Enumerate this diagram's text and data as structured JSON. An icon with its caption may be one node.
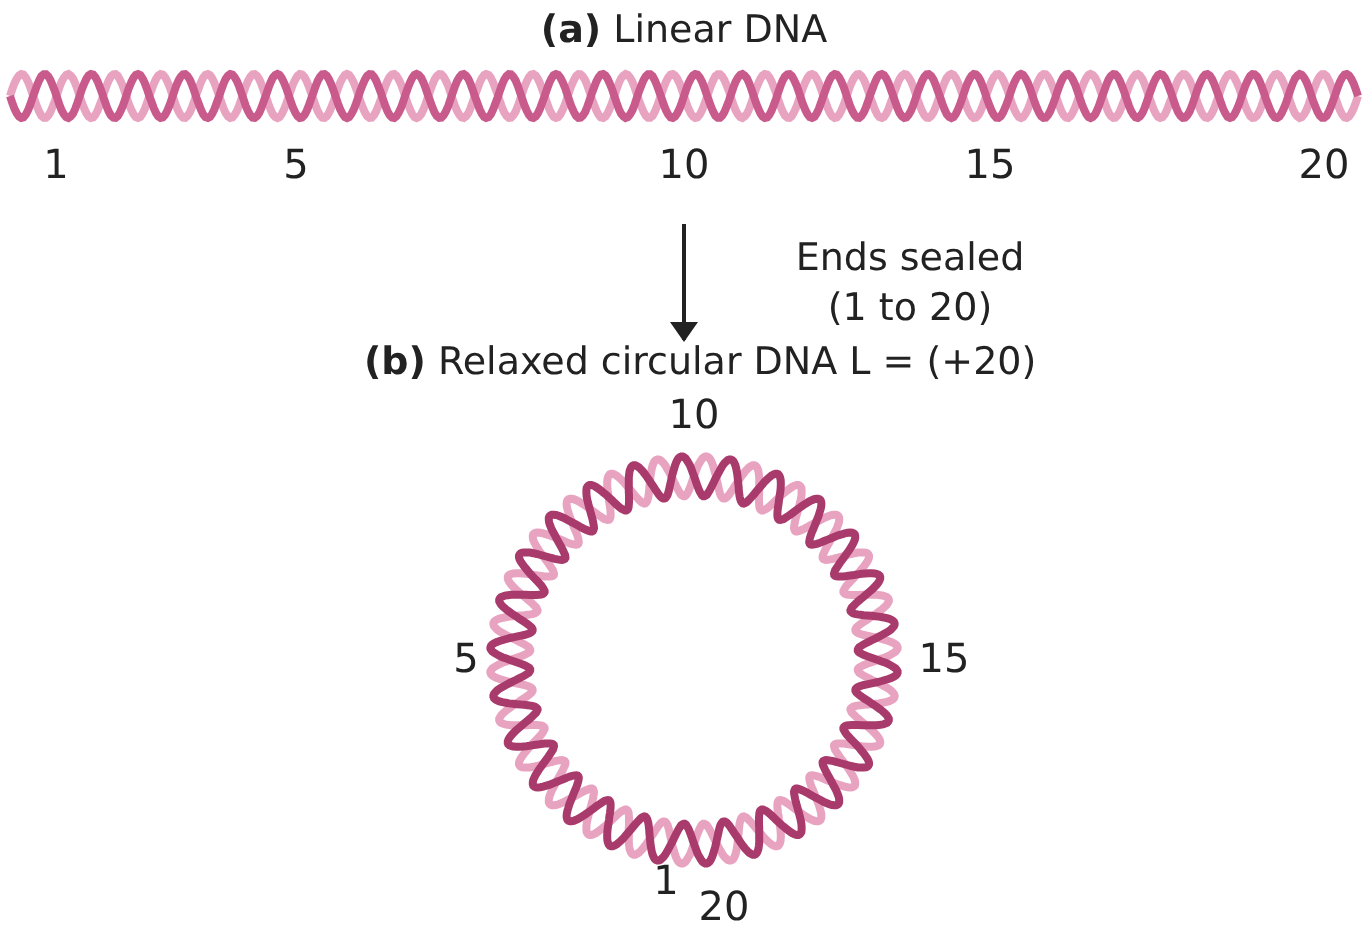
{
  "diagram": {
    "nodes": [
      {
        "text": [
          "**(a)** Linear DNA"
        ]
      },
      {
        "text": [
          "**(b)** Relaxed circular DNA L = (+20)"
        ]
      }
    ],
    "edges": [
      {
        "from": 0,
        "to": 1,
        "arrow": "to",
        "label": "Ends sealed (1 to 20)"
      }
    ],
    "labels": [
      "1",
      "5",
      "10",
      "15",
      "20",
      "10",
      "5",
      "15",
      "1",
      "20"
    ]
  }
}
